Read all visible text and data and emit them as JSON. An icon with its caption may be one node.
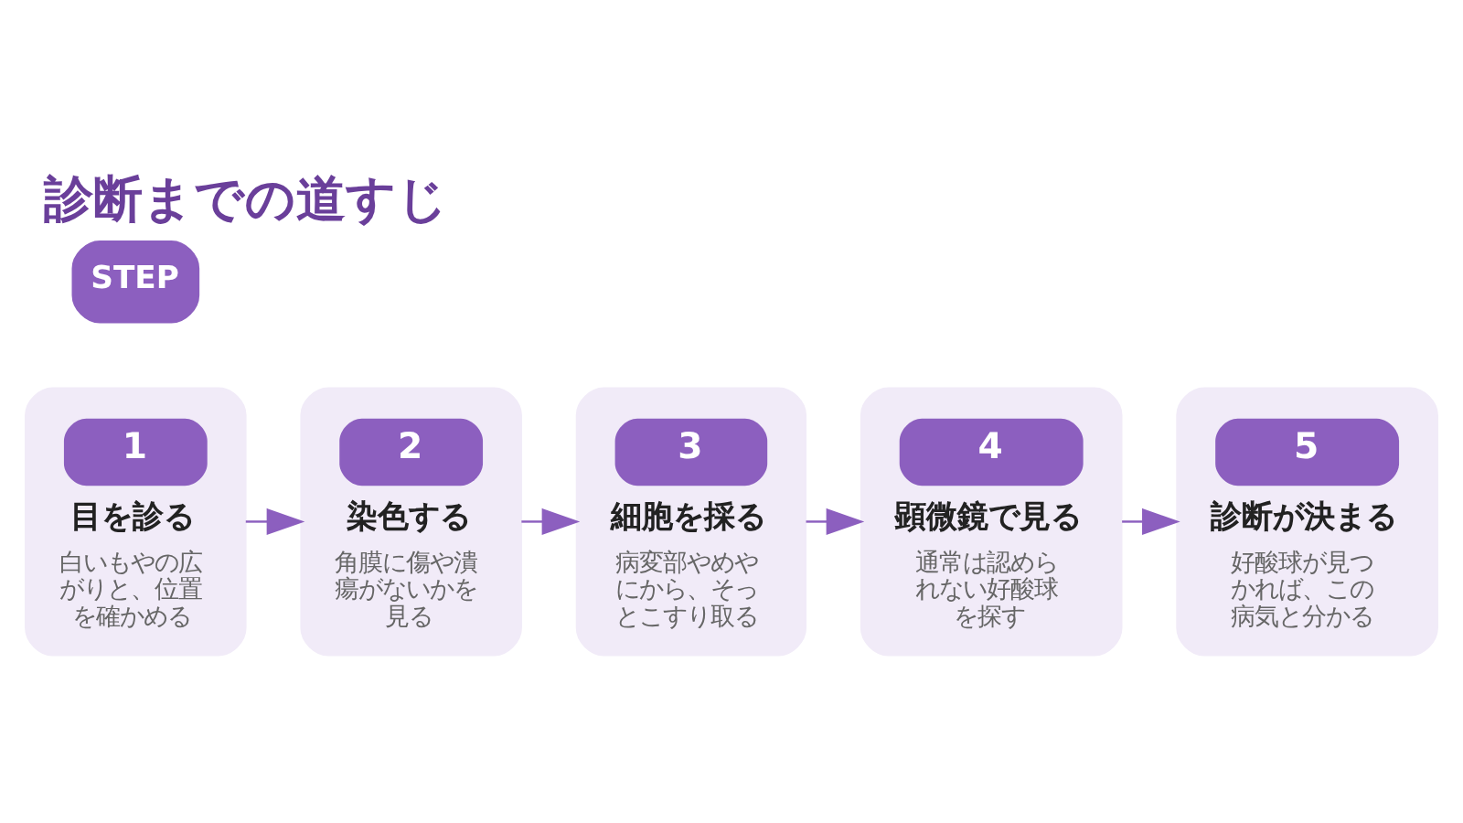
{
  "diagram": {
    "title": "診断までの道すじ",
    "nodes": [
      {
        "text": [
          "1",
          "目を診る",
          "白いもやの広がりと、位置を確かめる"
        ]
      },
      {
        "text": [
          "2",
          "染色する",
          "角膜に傷や潰瘍がないかを見る"
        ]
      },
      {
        "text": [
          "3",
          "細胞を採る",
          "病変部やめやにから、そっとこすり取る"
        ]
      },
      {
        "text": [
          "4",
          "顕微鏡で見る",
          "通常は認められない好酸球を探す"
        ]
      },
      {
        "text": [
          "5",
          "診断が決まる",
          "好酸球が見つかれば、この病気と分かる"
        ]
      }
    ],
    "edges": [
      {
        "from": 0,
        "to": 1,
        "arrow": "to"
      },
      {
        "from": 1,
        "to": 2,
        "arrow": "to"
      },
      {
        "from": 2,
        "to": 3,
        "arrow": "to"
      },
      {
        "from": 3,
        "to": 4,
        "arrow": "to"
      }
    ],
    "labels": [
      "STEP"
    ]
  }
}
